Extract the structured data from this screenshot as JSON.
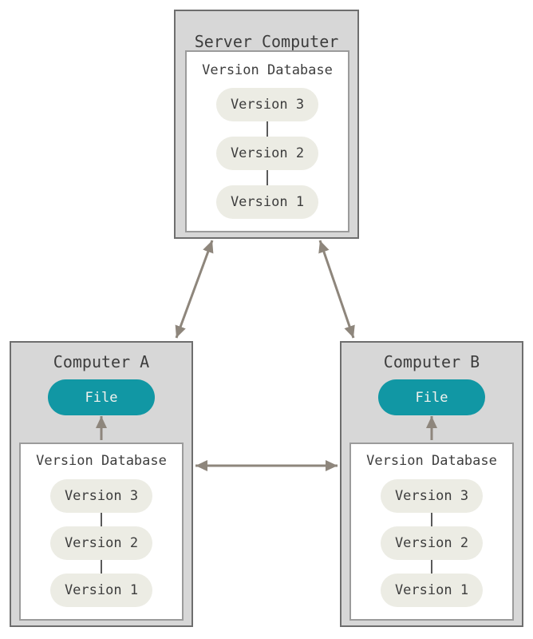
{
  "server": {
    "title": "Server Computer",
    "db": {
      "label": "Version Database",
      "versions": [
        "Version 3",
        "Version 2",
        "Version 1"
      ]
    }
  },
  "computer_a": {
    "title": "Computer A",
    "file_label": "File",
    "db": {
      "label": "Version Database",
      "versions": [
        "Version 3",
        "Version 2",
        "Version 1"
      ]
    }
  },
  "computer_b": {
    "title": "Computer B",
    "file_label": "File",
    "db": {
      "label": "Version Database",
      "versions": [
        "Version 3",
        "Version 2",
        "Version 1"
      ]
    }
  },
  "colors": {
    "outer_box_fill": "#d7d7d7",
    "outer_box_border": "#6e6e6e",
    "inner_box_fill": "#ffffff",
    "inner_box_border": "#9b9b9b",
    "version_pill_fill": "#ecece4",
    "text": "#3d3d3d",
    "file_pill_fill": "#1197a4",
    "file_pill_text": "#f2f2ee",
    "arrow": "#8e867c",
    "pill_connector": "#5a5a5a"
  }
}
